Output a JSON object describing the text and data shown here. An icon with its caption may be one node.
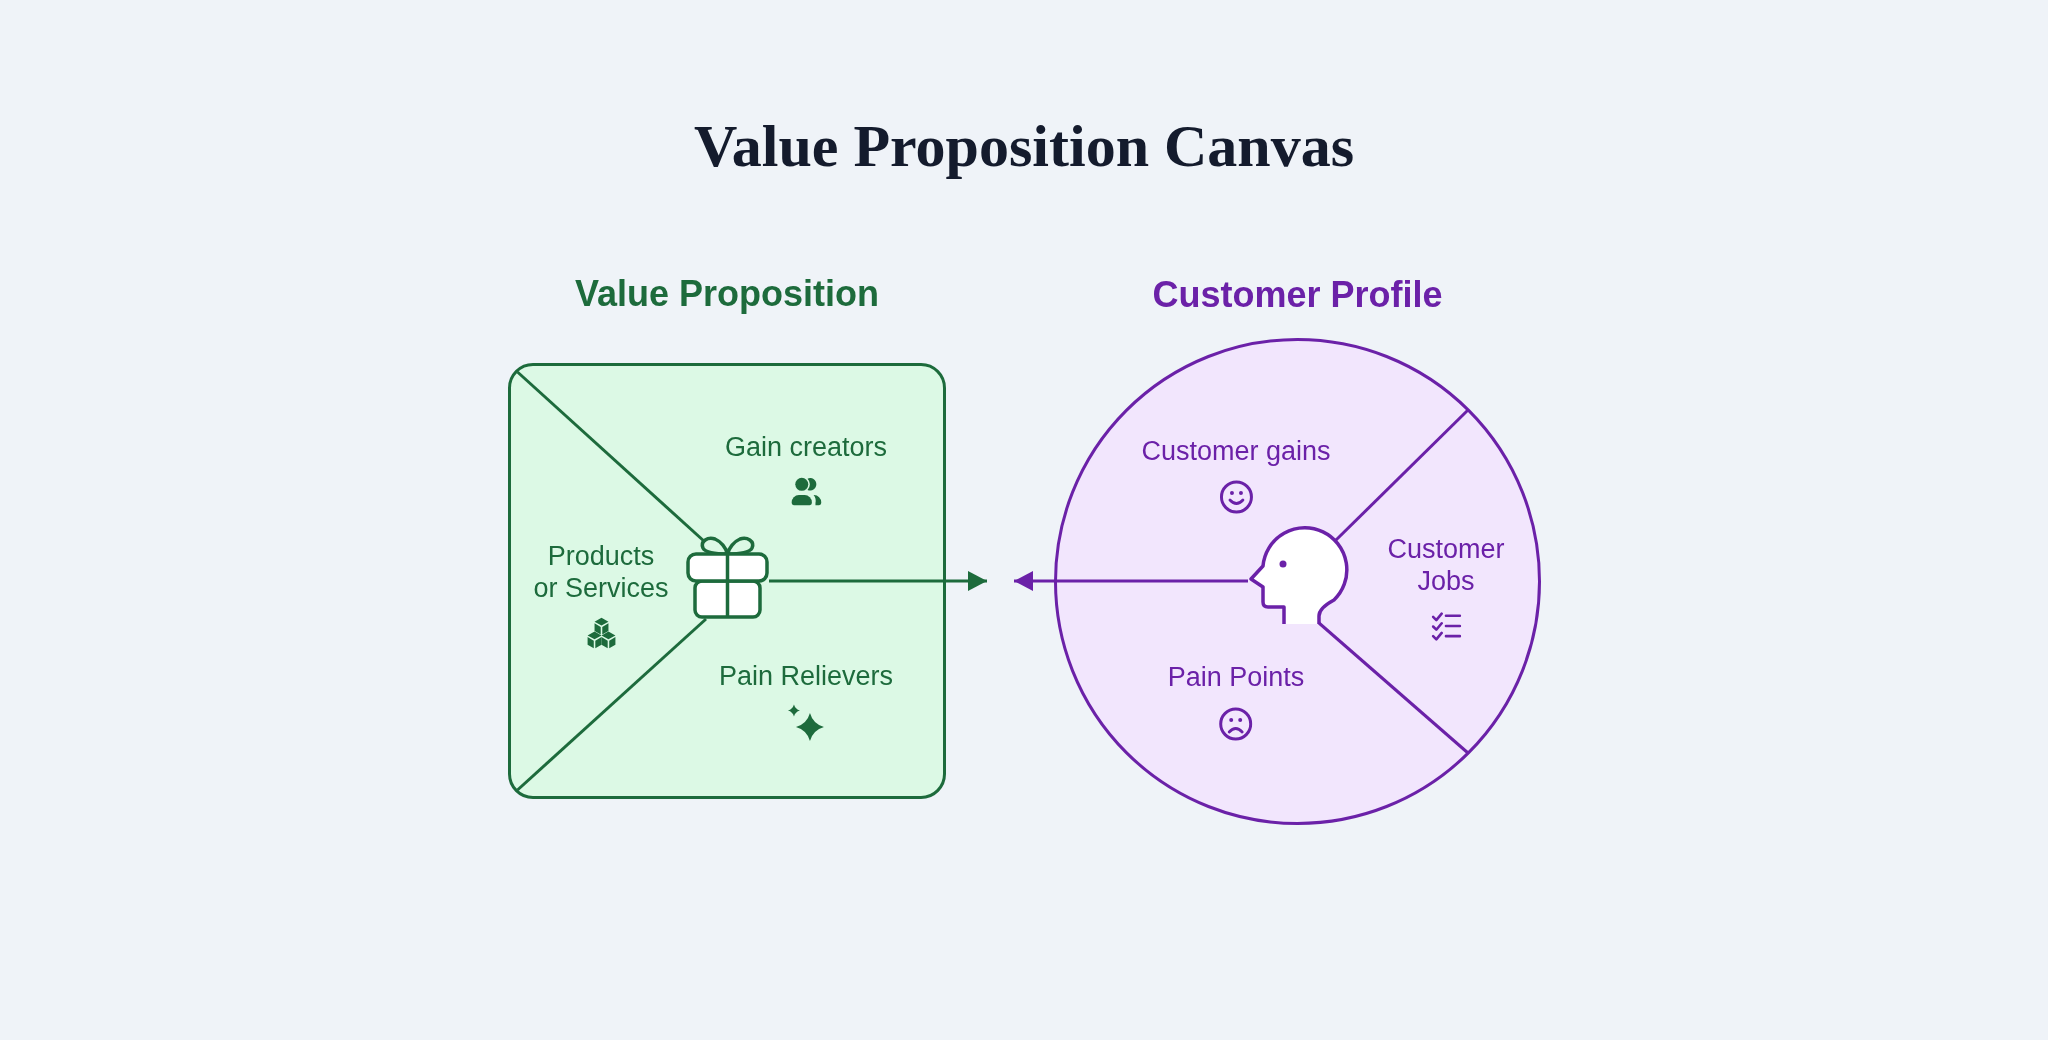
{
  "diagram": {
    "title": "Value Proposition Canvas",
    "nodes": [
      {
        "text": [
          "Value Proposition"
        ]
      },
      {
        "text": [
          "Gain creators"
        ],
        "in": 0
      },
      {
        "text": [
          "Products or Services"
        ],
        "in": 0
      },
      {
        "text": [
          "Pain Relievers"
        ],
        "in": 0
      },
      {
        "text": [],
        "shape": "picture",
        "in": 0
      },
      {
        "text": [
          "Customer Profile"
        ]
      },
      {
        "text": [
          "Customer gains"
        ],
        "in": 5
      },
      {
        "text": [
          "Customer Jobs"
        ],
        "in": 5
      },
      {
        "text": [
          "Pain Points"
        ],
        "in": 5
      },
      {
        "text": [],
        "shape": "picture",
        "in": 5
      }
    ],
    "edges": [
      {
        "from": 4,
        "to": null,
        "arrow": "to",
        "color": "#1d6b3c"
      },
      {
        "from": 9,
        "to": null,
        "arrow": "to",
        "color": "#6b21a8"
      }
    ]
  }
}
